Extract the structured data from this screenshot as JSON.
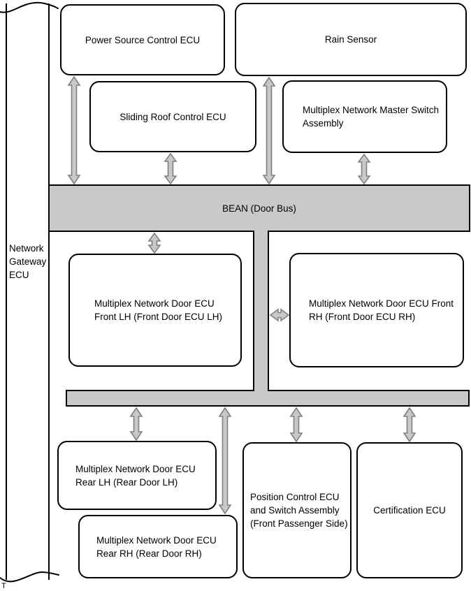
{
  "diagram": {
    "gateway": {
      "label": "Network\nGateway\nECU"
    },
    "bus1": {
      "label": "BEAN (Door Bus)"
    },
    "footnote": "T",
    "boxes": {
      "power_source": "Power Source Control ECU",
      "rain_sensor": "Rain Sensor",
      "sliding_roof": "Sliding Roof Control ECU",
      "master_switch": "Multiplex Network Master Switch\nAssembly",
      "front_lh": "Multiplex Network Door ECU\nFront LH (Front Door ECU LH)",
      "front_rh": "Multiplex Network Door ECU Front\nRH (Front Door ECU RH)",
      "rear_lh": "Multiplex Network Door ECU\nRear LH (Rear Door LH)",
      "rear_rh": "Multiplex Network Door ECU\nRear RH (Rear Door RH)",
      "position_control": "Position Control ECU\nand Switch Assembly\n(Front Passenger Side)",
      "certification": "Certification ECU"
    },
    "colors": {
      "background": "#ffffff",
      "line": "#000000",
      "bus_fill": "#c9c9c9",
      "arrow_fill": "#c8c8c8",
      "arrow_stroke": "#808080"
    }
  }
}
